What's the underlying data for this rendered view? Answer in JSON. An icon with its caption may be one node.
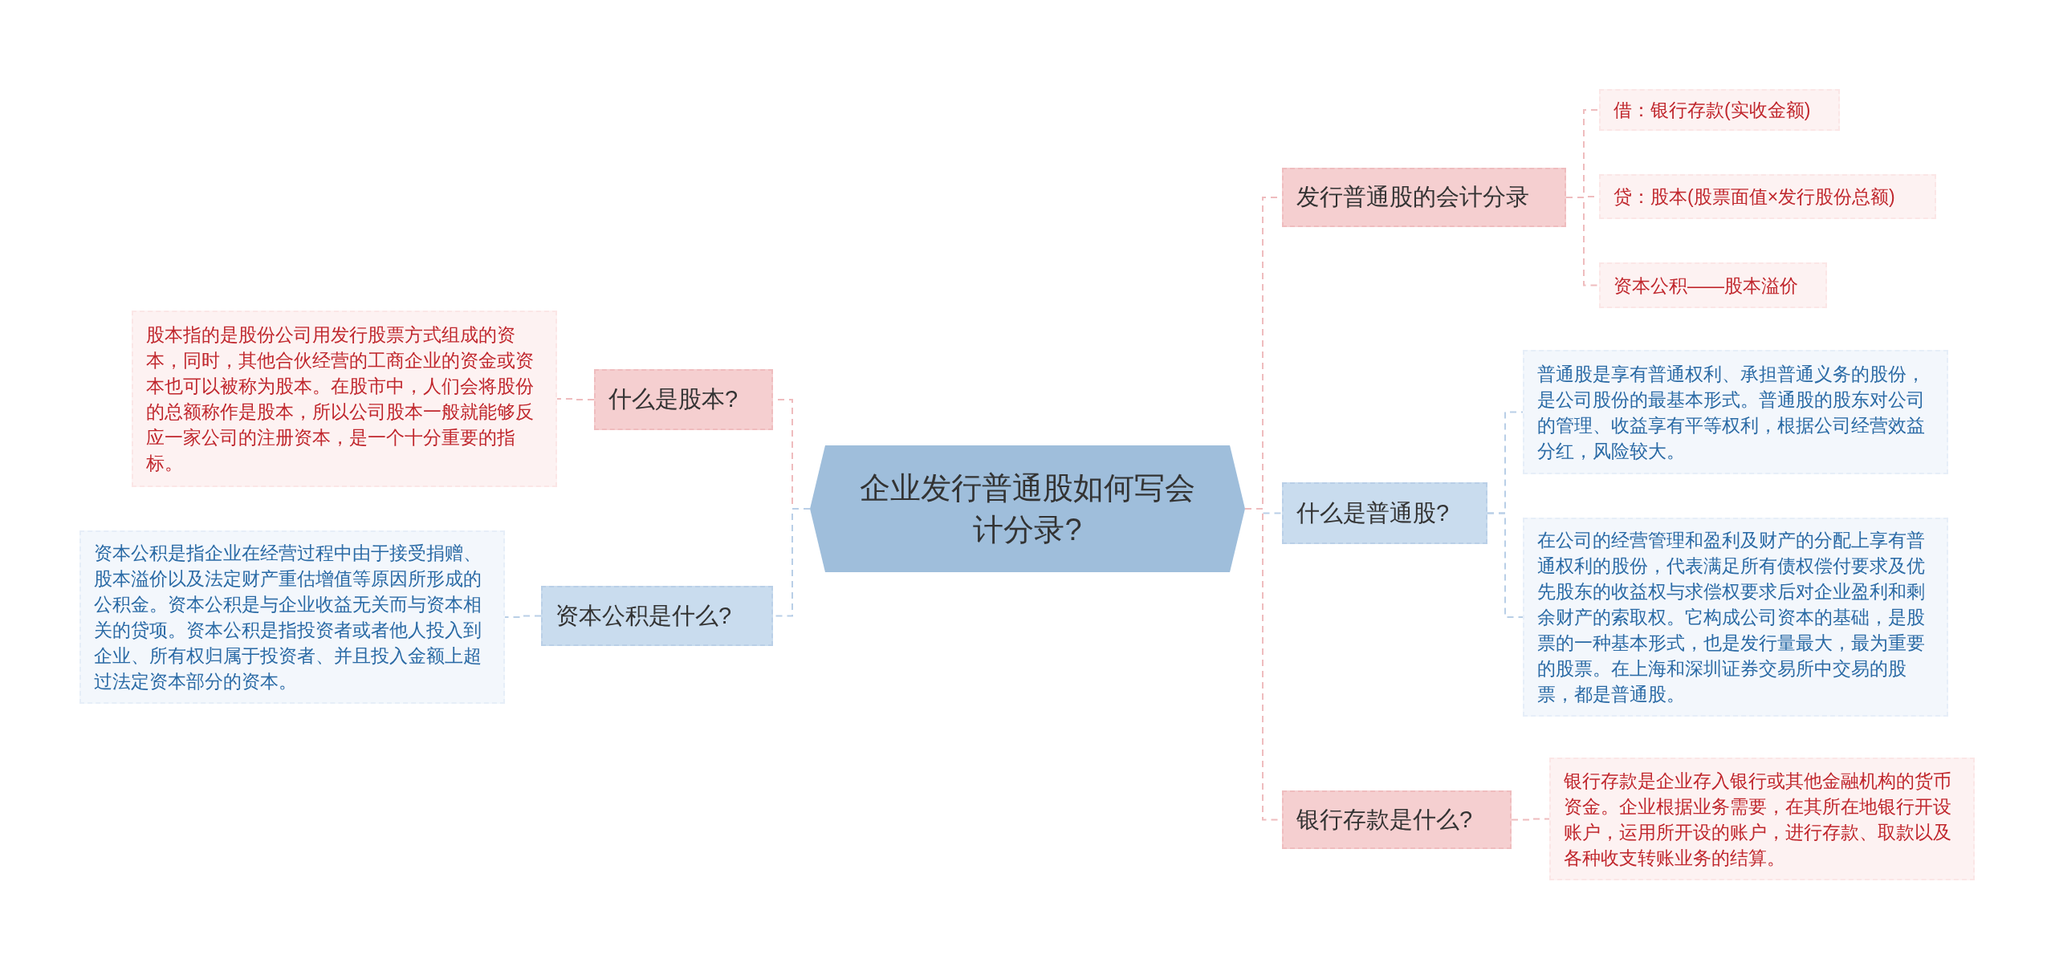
{
  "diagram": {
    "nodes": [
      {
        "text": [
          "企业发行普通股如何写会计分录?"
        ]
      },
      {
        "text": [
          "发行普通股的会计分录"
        ]
      },
      {
        "text": [
          "借：银行存款(实收金额)"
        ]
      },
      {
        "text": [
          "贷：股本(股票面值×发行股份总额)"
        ]
      },
      {
        "text": [
          "资本公积——股本溢价"
        ]
      },
      {
        "text": [
          "什么是普通股?"
        ]
      },
      {
        "text": [
          "普通股是享有普通权利、承担普通义务的股份，是公司股份的最基本形式。普通股的股东对公司的管理、收益享有平等权利，根据公司经营效益分红，风险较大。"
        ]
      },
      {
        "text": [
          "在公司的经营管理和盈利及财产的分配上享有普通权利的股份，代表满足所有债权偿付要求及优先股东的收益权与求偿权要求后对企业盈利和剩余财产的索取权。它构成公司资本的基础，是股票的一种基本形式，也是发行量最大，最为重要的股票。在上海和深圳证券交易所中交易的股票，都是普通股。"
        ]
      },
      {
        "text": [
          "银行存款是什么?"
        ]
      },
      {
        "text": [
          "银行存款是企业存入银行或其他金融机构的货币资金。企业根据业务需要，在其所在地银行开设账户，运用所开设的账户，进行存款、取款以及各种收支转账业务的结算。"
        ]
      },
      {
        "text": [
          "什么是股本?"
        ]
      },
      {
        "text": [
          "股本指的是股份公司用发行股票方式组成的资本，同时，其他合伙经营的工商企业的资金或资本也可以被称为股本。在股市中，人们会将股份的总额称作是股本，所以公司股本一般就能够反应一家公司的注册资本，是一个十分重要的指标。"
        ]
      },
      {
        "text": [
          "资本公积是什么?"
        ]
      },
      {
        "text": [
          "资本公积是指企业在经营过程中由于接受捐赠、股本溢价以及法定财产重估增值等原因所形成的公积金。资本公积是与企业收益无关而与资本相关的贷项。资本公积是指投资者或者他人投入到企业、所有权归属于投资者、并且投入金额上超过法定资本部分的资本。"
        ]
      }
    ],
    "edges": [
      {
        "from": 0,
        "to": 1,
        "arrow": "none",
        "style": "dashed"
      },
      {
        "from": 1,
        "to": 2,
        "arrow": "none",
        "style": "dashed"
      },
      {
        "from": 1,
        "to": 3,
        "arrow": "none",
        "style": "dashed"
      },
      {
        "from": 1,
        "to": 4,
        "arrow": "none",
        "style": "dashed"
      },
      {
        "from": 0,
        "to": 5,
        "arrow": "none",
        "style": "dashed",
        "color": "#b9cfe7"
      },
      {
        "from": 5,
        "to": 6,
        "arrow": "none",
        "style": "dashed",
        "color": "#b9cfe7"
      },
      {
        "from": 5,
        "to": 7,
        "arrow": "none",
        "style": "dashed",
        "color": "#b9cfe7"
      },
      {
        "from": 0,
        "to": 8,
        "arrow": "none",
        "style": "dashed"
      },
      {
        "from": 8,
        "to": 9,
        "arrow": "none",
        "style": "dashed"
      },
      {
        "from": 0,
        "to": 10,
        "arrow": "none",
        "style": "dashed"
      },
      {
        "from": 10,
        "to": 11,
        "arrow": "none",
        "style": "dashed"
      },
      {
        "from": 0,
        "to": 12,
        "arrow": "none",
        "style": "dashed",
        "color": "#b9cfe7"
      },
      {
        "from": 12,
        "to": 13,
        "arrow": "none",
        "style": "dashed",
        "color": "#b9cfe7"
      }
    ]
  }
}
